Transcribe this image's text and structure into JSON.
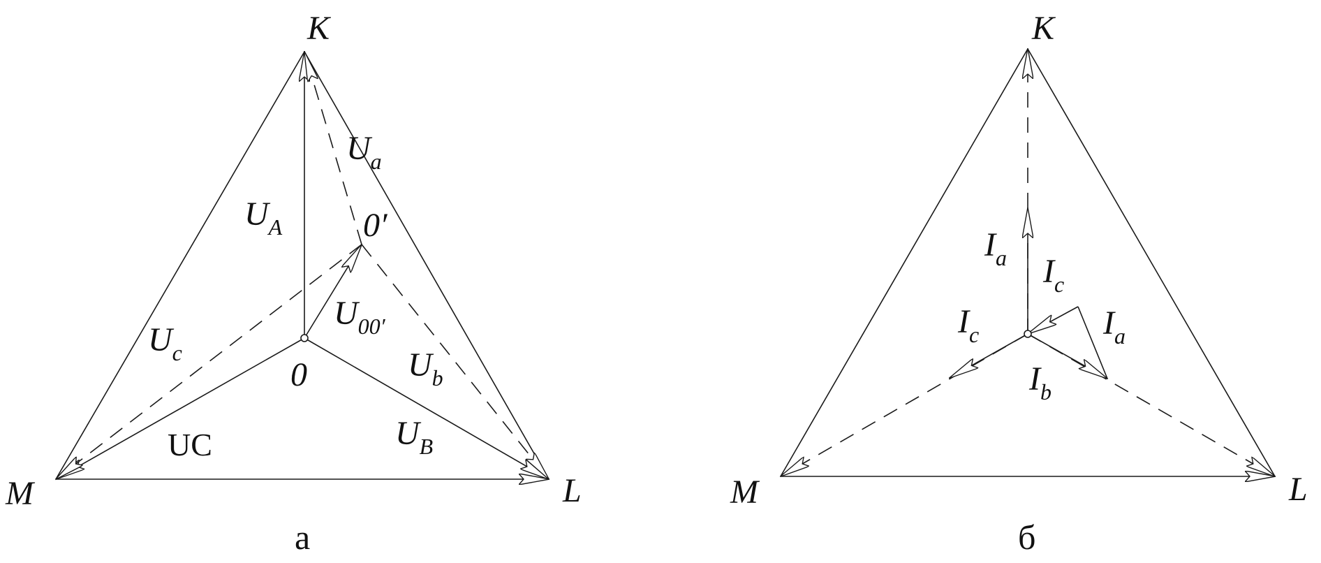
{
  "diagram_a": {
    "caption": "а",
    "vertices": {
      "top": "K",
      "left": "M",
      "right": "L"
    },
    "center": "0",
    "shifted_center": "0′",
    "labels": [
      {
        "base": "U",
        "sub": "a"
      },
      {
        "base": "U",
        "sub": "A"
      },
      {
        "base": "U",
        "sub": "00′"
      },
      {
        "base": "U",
        "sub": "c"
      },
      {
        "base": "U",
        "sub": "b"
      },
      {
        "base": "U",
        "sub": "C"
      },
      {
        "base": "U",
        "sub": "B"
      }
    ]
  },
  "diagram_b": {
    "caption": "б",
    "vertices": {
      "top": "K",
      "left": "M",
      "right": "L"
    },
    "labels": [
      {
        "base": "I",
        "sub": "a"
      },
      {
        "base": "I",
        "sub": "c"
      },
      {
        "base": "I",
        "sub": "c"
      },
      {
        "base": "I",
        "sub": "a"
      },
      {
        "base": "I",
        "sub": "b"
      }
    ]
  }
}
